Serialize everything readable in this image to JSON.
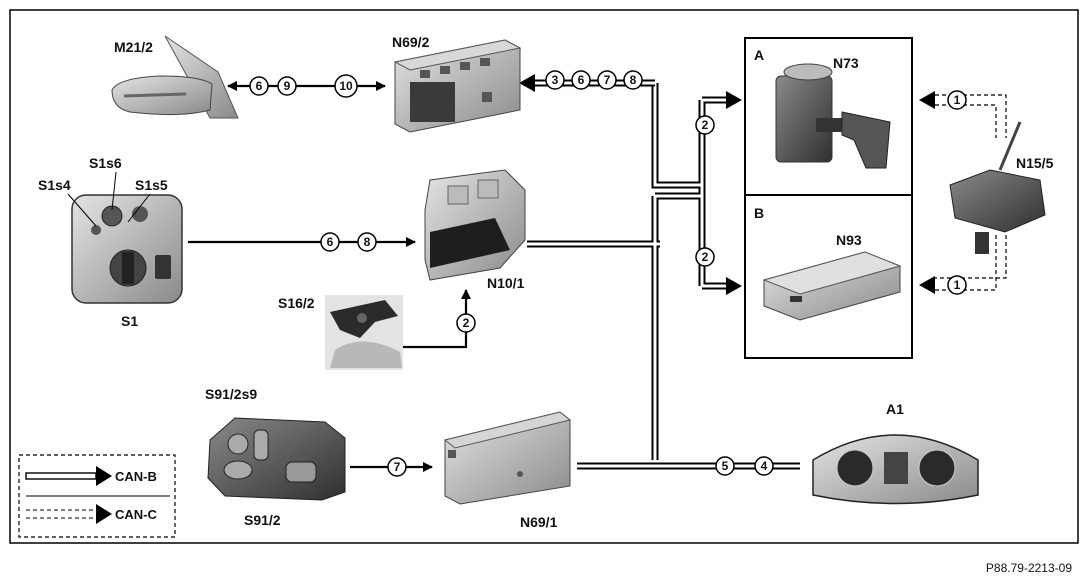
{
  "components": {
    "m21_2": "M21/2",
    "n69_2": "N69/2",
    "n73": "N73",
    "n93": "N93",
    "n15_5": "N15/5",
    "s1s4": "S1s4",
    "s1s6": "S1s6",
    "s1s5": "S1s5",
    "s1": "S1",
    "n10_1": "N10/1",
    "s16_2": "S16/2",
    "s91_2s9": "S91/2s9",
    "s91_2": "S91/2",
    "n69_1": "N69/1",
    "a1": "A1"
  },
  "boxes": {
    "a": "A",
    "b": "B"
  },
  "signals": {
    "m21_left": [
      "6",
      "9"
    ],
    "m21_right": [
      "10"
    ],
    "n69_2_in": [
      "3",
      "6",
      "7",
      "8"
    ],
    "to_n73": "2",
    "to_n93": "2",
    "n15_to_n73": "1",
    "n15_to_n93": "1",
    "s1_to_n10": [
      "6",
      "8"
    ],
    "s16_to_n10": "2",
    "s91_to_n69_1": "7",
    "to_a1": [
      "5",
      "4"
    ]
  },
  "legend": {
    "can_b": "CAN-B",
    "can_c": "CAN-C"
  },
  "reference": "P88.79-2213-09"
}
